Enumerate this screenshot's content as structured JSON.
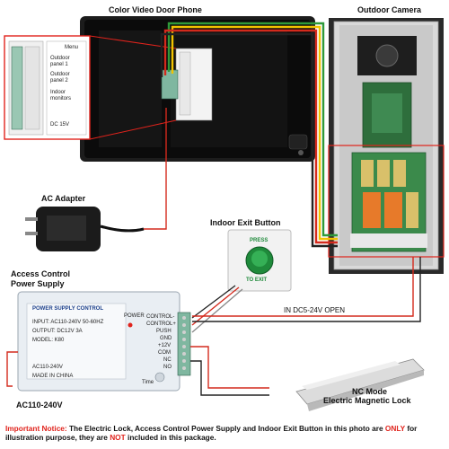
{
  "labels": {
    "monitor": "Color Video Door Phone",
    "camera": "Outdoor Camera",
    "adapter": "AC Adapter",
    "exit_button": "Indoor Exit Button",
    "psu_line1": "Access Control",
    "psu_line2": "Power Supply",
    "ac_input": "AC110-240V",
    "lock_line1": "NC Mode",
    "lock_line2": "Electric Magnetic Lock",
    "dc_open": "IN DC5-24V OPEN"
  },
  "exit_button": {
    "top_text": "PRESS",
    "bottom_text": "TO EXIT"
  },
  "psu_panel": {
    "title": "POWER SUPPLY CONTROL",
    "power": "POWER",
    "input": "INPUT: AC110-240V 50-60HZ",
    "output": "OUTPUT: DC12V 3A",
    "model": "MODEL: K80",
    "ac_label": "AC110-240V",
    "made": "MADE IN CHINA",
    "time": "Time"
  },
  "terminals": [
    "CONTROL-",
    "CONTROL+",
    "PUSH",
    "GND",
    "+12V",
    "COM",
    "NC",
    "NO"
  ],
  "monitor_panel": {
    "menu": "Menu",
    "outdoor1": "Outdoor panel 1",
    "outdoor2": "Outdoor panel 2",
    "indoor": "Indoor monitors",
    "dc": "DC 15V"
  },
  "notice": {
    "prefix": "Important Notice:",
    "part1": " The Electric Lock, Access Control Power Supply and Indoor Exit Button in this photo are ",
    "only": "ONLY",
    "part2": " for illustration purpose, they are ",
    "not": "NOT",
    "part3": " included in this package."
  },
  "colors": {
    "wire_red": "#d42a1d",
    "wire_yellow": "#f2c300",
    "wire_green": "#2f9a3a",
    "wire_black": "#222222",
    "accent_red": "#e0231c"
  }
}
